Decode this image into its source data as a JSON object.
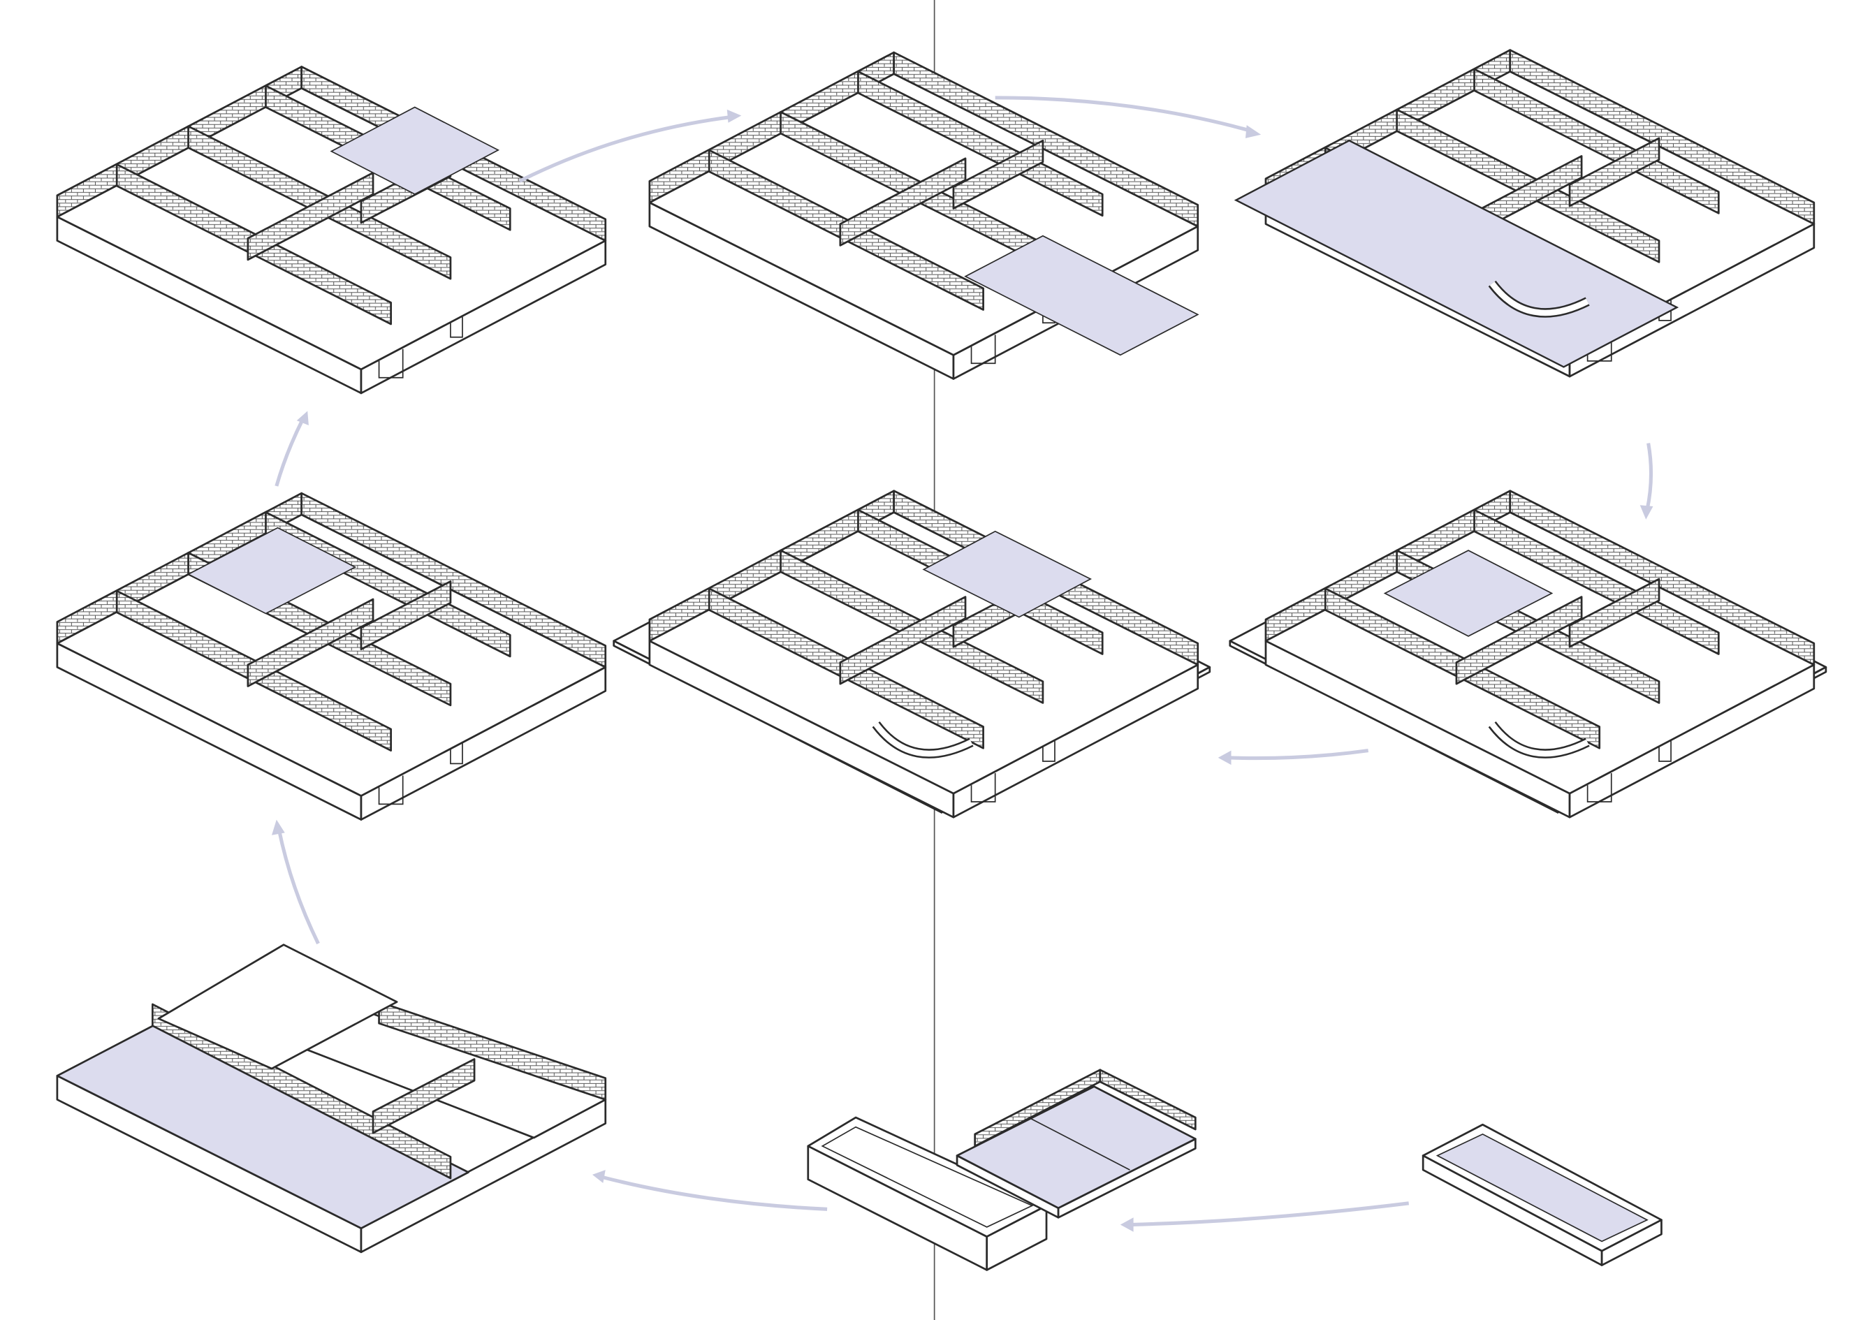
{
  "colors": {
    "background": "#ffffff",
    "line": "#2b2b2b",
    "wall_face": "#ffffff",
    "highlight_floor": "#dcdcee",
    "arrow": "#c9cbe0",
    "divider": "#555555"
  },
  "diagram": {
    "type": "axonometric-sequence",
    "stage_count": 10,
    "stages": [
      {
        "id": "stage-top-left",
        "highlight": "bay",
        "slab": false
      },
      {
        "id": "stage-top-center",
        "highlight": "bay",
        "slab": false
      },
      {
        "id": "stage-top-right",
        "highlight": "terrace",
        "slab": true
      },
      {
        "id": "stage-middle-left",
        "highlight": "bay",
        "slab": false
      },
      {
        "id": "stage-middle-center",
        "highlight": "bay",
        "slab": true
      },
      {
        "id": "stage-middle-right",
        "highlight": "bay",
        "slab": true
      },
      {
        "id": "stage-bottom-left",
        "highlight": "perimeter",
        "slab": false
      },
      {
        "id": "stage-bottom-box-empty",
        "highlight": "none",
        "slab": false
      },
      {
        "id": "stage-bottom-box-courtyard",
        "highlight": "interior",
        "slab": false
      },
      {
        "id": "stage-bottom-box-pool",
        "highlight": "interior",
        "slab": false
      }
    ],
    "arrows": [
      {
        "id": "arrow-a"
      },
      {
        "id": "arrow-b"
      },
      {
        "id": "arrow-c"
      },
      {
        "id": "arrow-d"
      },
      {
        "id": "arrow-e"
      },
      {
        "id": "arrow-f"
      },
      {
        "id": "arrow-g"
      },
      {
        "id": "arrow-h"
      },
      {
        "id": "arrow-i"
      }
    ]
  }
}
